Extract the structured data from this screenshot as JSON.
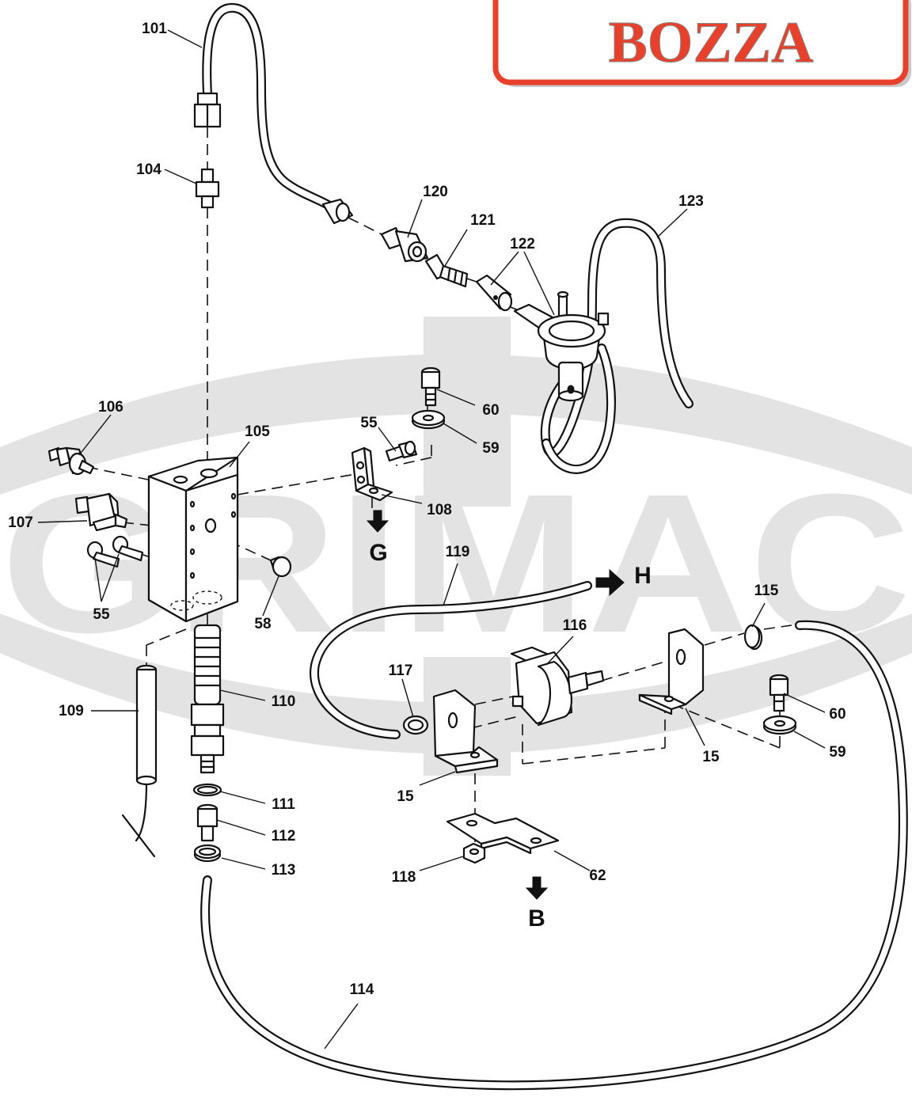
{
  "watermark": {
    "text": "GRIMAC"
  },
  "stamp": {
    "text": "BOZZA",
    "color": "#e8402a"
  },
  "callouts": {
    "p101": "101",
    "p104": "104",
    "p105": "105",
    "p106": "106",
    "p107": "107",
    "p108": "108",
    "p109": "109",
    "p110": "110",
    "p111": "111",
    "p112": "112",
    "p113": "113",
    "p114": "114",
    "p115": "115",
    "p116": "116",
    "p117": "117",
    "p118": "118",
    "p119": "119",
    "p120": "120",
    "p121": "121",
    "p122": "122",
    "p123": "123",
    "p15a": "15",
    "p15b": "15",
    "p55a": "55",
    "p55b": "55",
    "p58": "58",
    "p59a": "59",
    "p59b": "59",
    "p60a": "60",
    "p60b": "60",
    "p62": "62"
  },
  "arrows": {
    "g": "G",
    "h": "H",
    "b": "B"
  }
}
